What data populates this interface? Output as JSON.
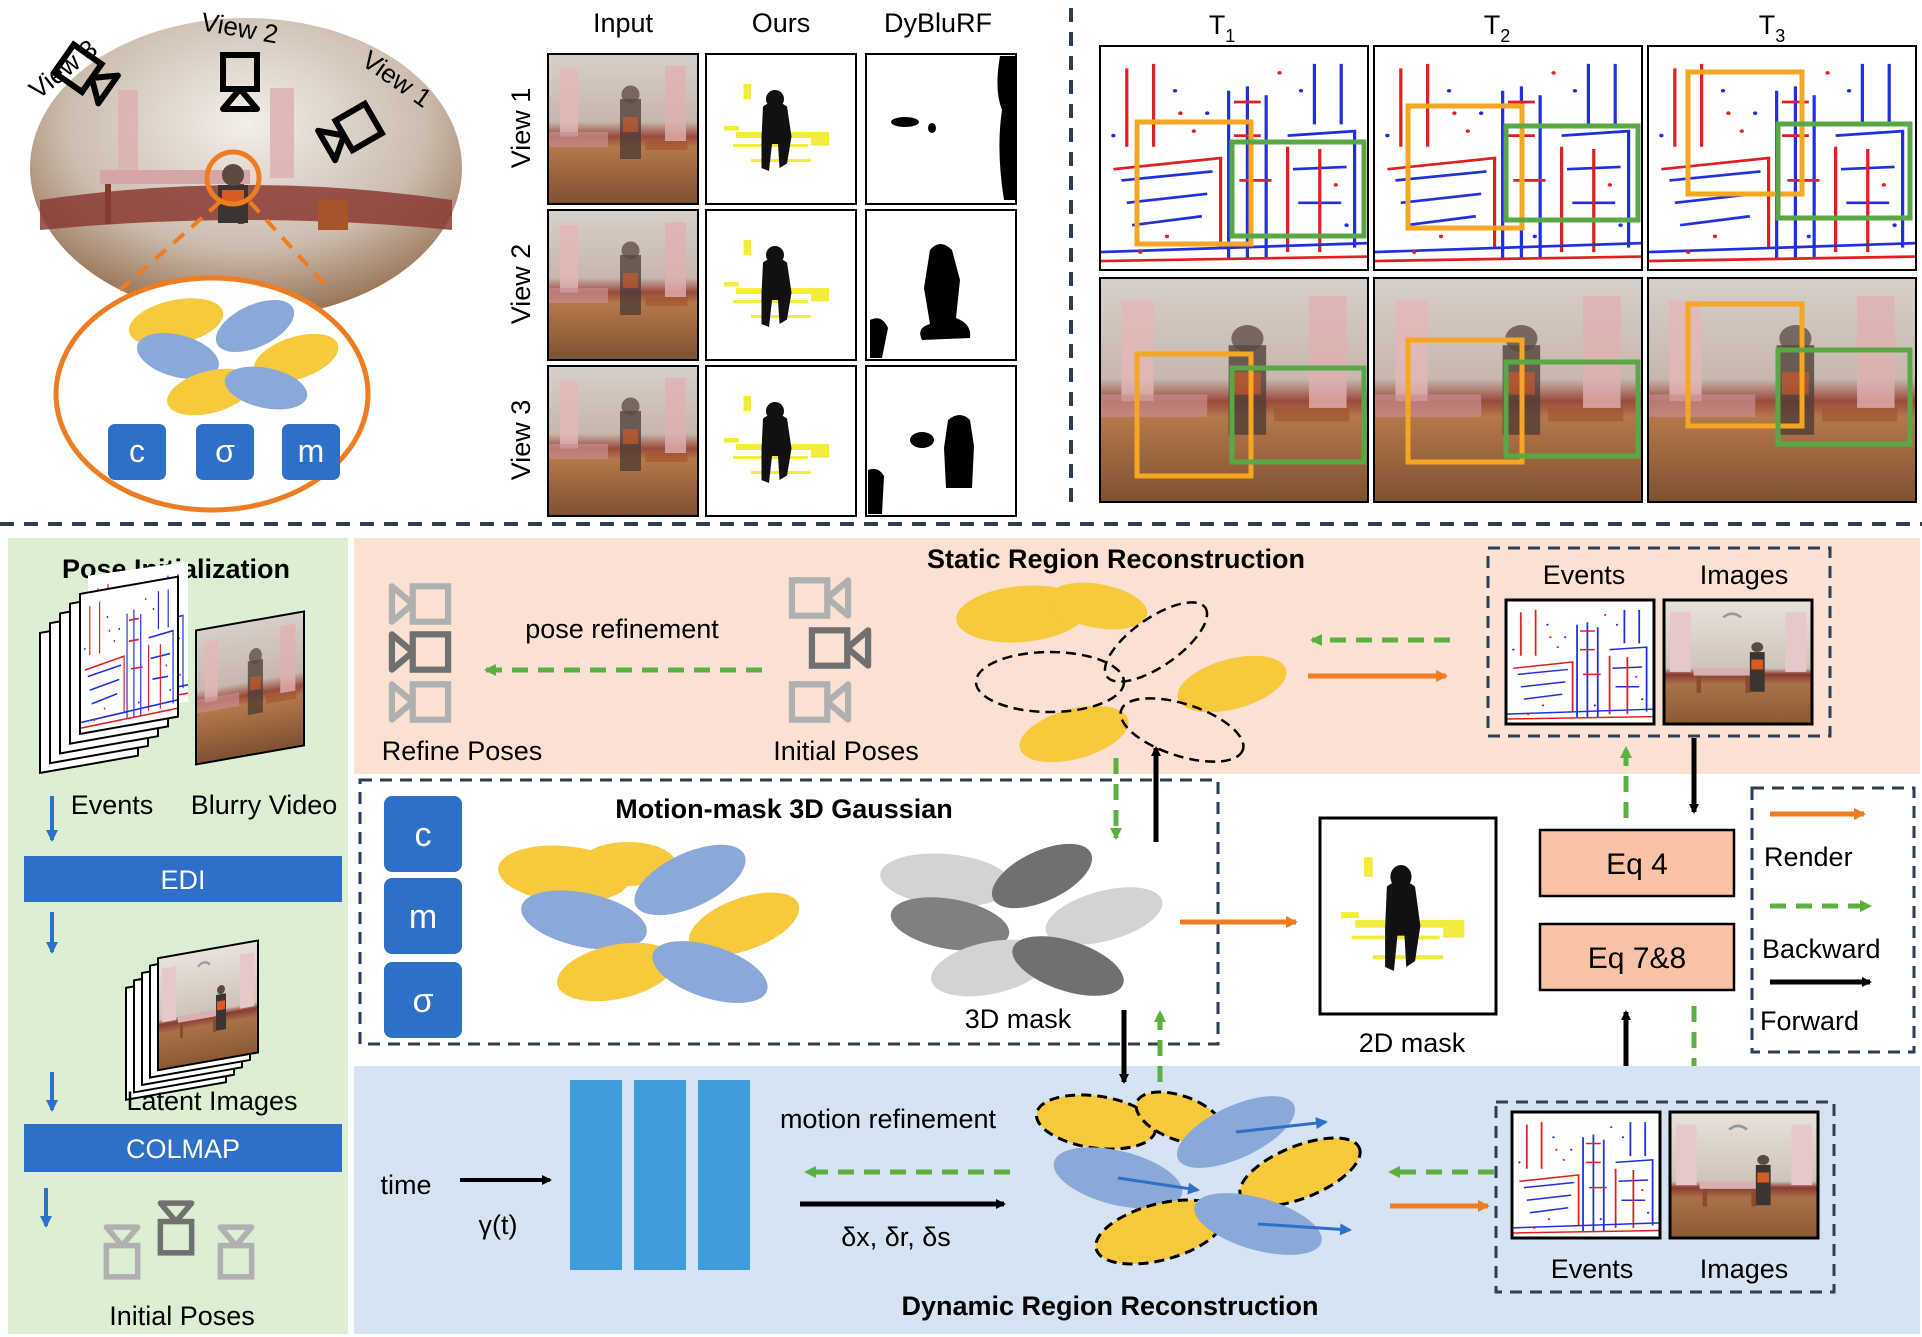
{
  "top_left": {
    "views": [
      "View 3",
      "View 2",
      "View 1"
    ],
    "params": [
      "c",
      "σ",
      "m"
    ]
  },
  "mask_grid": {
    "columns": [
      "Input",
      "Ours",
      "DyBluRF"
    ],
    "rows": [
      "View 1",
      "View 2",
      "View 3"
    ]
  },
  "time_grid": {
    "columns": [
      {
        "base": "T",
        "sub": "1"
      },
      {
        "base": "T",
        "sub": "2"
      },
      {
        "base": "T",
        "sub": "3"
      }
    ]
  },
  "pose_init": {
    "title": "Pose Initialization",
    "events_label": "Events",
    "blurry_label": "Blurry Video",
    "edi_label": "EDI",
    "latent_label": "Latent Images",
    "colmap_label": "COLMAP",
    "initial_poses_label": "Initial Poses"
  },
  "static_region": {
    "title": "Static Region Reconstruction",
    "pose_refinement": "pose refinement",
    "refine_poses": "Refine Poses",
    "initial_poses": "Initial Poses",
    "events_label": "Events",
    "images_label": "Images"
  },
  "motion_mask": {
    "title": "Motion-mask 3D Gaussian",
    "params": [
      "c",
      "m",
      "σ"
    ],
    "mask3d_label": "3D mask",
    "mask2d_label": "2D mask"
  },
  "equations": {
    "eq4": "Eq 4",
    "eq78": "Eq 7&8"
  },
  "legend": {
    "render": "Render",
    "backward": "Backward",
    "forward": "Forward"
  },
  "dynamic_region": {
    "title": "Dynamic Region Reconstruction",
    "time_label": "time",
    "gamma_label": "γ(t)",
    "motion_refinement": "motion refinement",
    "deltas": "δx, δr, δs",
    "events_label": "Events",
    "images_label": "Images"
  },
  "colors": {
    "yellow_gaussian": "#f7c93c",
    "blue_gaussian": "#8aa8d8",
    "render_arrow": "#f07c22",
    "backward_arrow": "#5cb040",
    "static_bg": "#fbe1d3",
    "dynamic_bg": "#d6e3f2",
    "pose_bg": "#dcefd4",
    "param_box": "#2e6fc7",
    "eq_box": "#f9c4a6",
    "orange_box": "#f5a623",
    "green_box": "#5aa845"
  }
}
